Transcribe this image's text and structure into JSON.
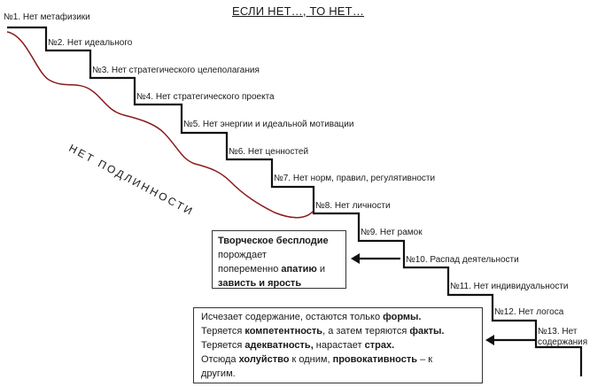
{
  "title": "ЕСЛИ НЕТ…, ТО НЕТ…",
  "curve_label": "НЕТ ПОДЛИННОСТИ",
  "steps": [
    "№1. Нет метафизики",
    "№2. Нет идеального",
    "№3. Нет стратегического целеполагания",
    "№4. Нет стратегического проекта",
    "№5. Нет энергии и идеальной мотивации",
    "№6. Нет ценностей",
    "№7. Нет норм, правил, регулятивности",
    "№8. Нет личности",
    "№9. Нет рамок",
    "№10. Распад деятельности",
    "№11. Нет индивидуальности",
    "№12. Нет логоса",
    "№13. Нет содержания"
  ],
  "box1": {
    "l1_b": "Творческое бесплодие",
    "l2": "порождает",
    "l3_a": "попеременно ",
    "l3_b": "апатию",
    "l3_c": " и",
    "l4_b": "зависть и ярость"
  },
  "box2": {
    "l1_a": "Исчезает содержание, остаются только ",
    "l1_b": "формы.",
    "l2_a": "Теряется ",
    "l2_b": "компетентность",
    "l2_c": ",  а затем теряются ",
    "l2_d": "факты.",
    "l3_a": "Теряется ",
    "l3_b": "адекватность,",
    "l3_c": " нарастает ",
    "l3_d": "страх.",
    "l4_a": "Отсюда ",
    "l4_b": "холуйство",
    "l4_c": " к одним, ",
    "l4_d": "провокативность",
    "l4_e": " – к",
    "l5": "другим."
  },
  "colors": {
    "stairs": "#111111",
    "curve": "#8b1a1a",
    "text": "#1a1a1a"
  }
}
